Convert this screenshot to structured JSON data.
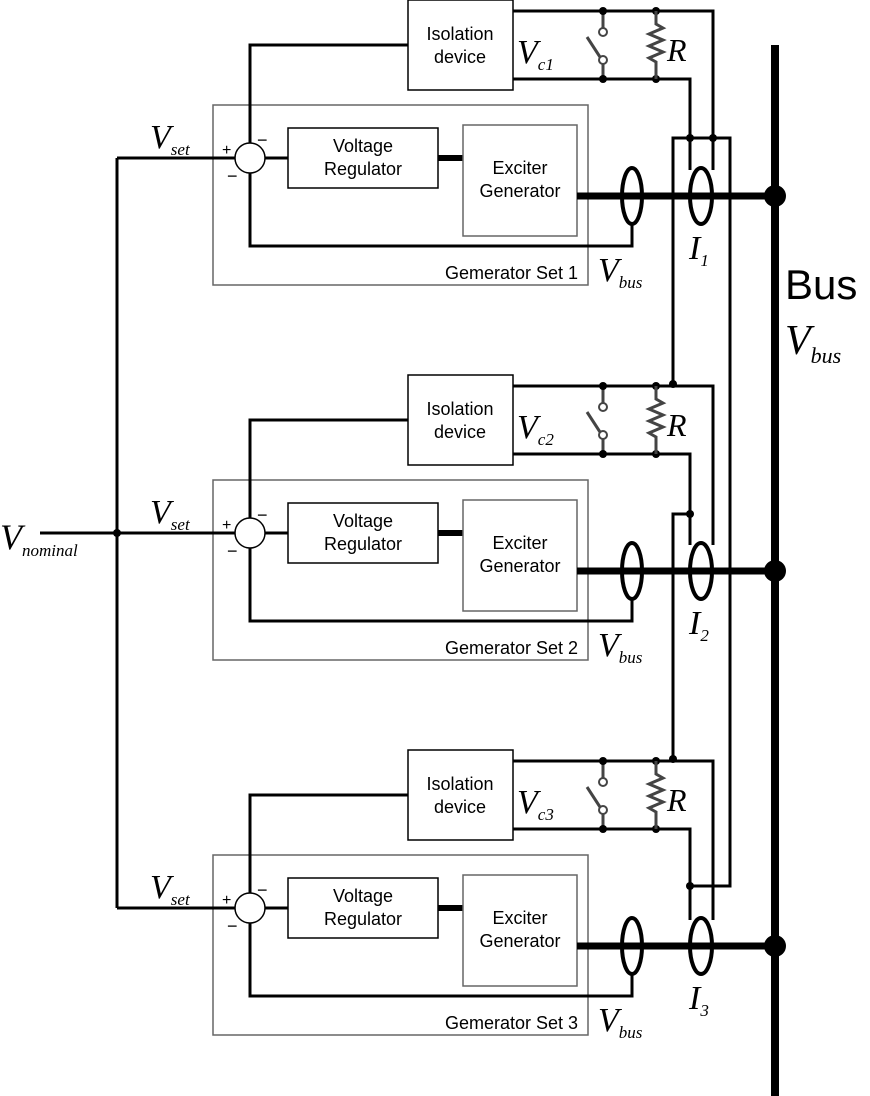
{
  "diagram": {
    "nominal_label": "V",
    "nominal_sub": "nominal",
    "bus_label": "Bus",
    "bus_voltage": "V",
    "bus_voltage_sub": "bus",
    "sets": [
      {
        "name": "Gemerator Set 1",
        "iso": [
          "Isolation",
          "device"
        ],
        "vc": "V",
        "vc_sub": "c1",
        "r": "R",
        "i": "I",
        "i_sub": "1",
        "vset": "V",
        "vset_sub": "set",
        "vbus": "V",
        "vbus_sub": "bus",
        "reg": [
          "Voltage",
          "Regulator"
        ],
        "gen": [
          "Exciter",
          "Generator"
        ],
        "plus": "+",
        "minus": "−"
      },
      {
        "name": "Gemerator Set 2",
        "iso": [
          "Isolation",
          "device"
        ],
        "vc": "V",
        "vc_sub": "c2",
        "r": "R",
        "i": "I",
        "i_sub": "2",
        "vset": "V",
        "vset_sub": "set",
        "vbus": "V",
        "vbus_sub": "bus",
        "reg": [
          "Voltage",
          "Regulator"
        ],
        "gen": [
          "Exciter",
          "Generator"
        ],
        "plus": "+",
        "minus": "−"
      },
      {
        "name": "Gemerator Set 3",
        "iso": [
          "Isolation",
          "device"
        ],
        "vc": "V",
        "vc_sub": "c3",
        "r": "R",
        "i": "I",
        "i_sub": "3",
        "vset": "V",
        "vset_sub": "set",
        "vbus": "V",
        "vbus_sub": "bus",
        "reg": [
          "Voltage",
          "Regulator"
        ],
        "gen": [
          "Exciter",
          "Generator"
        ],
        "plus": "+",
        "minus": "−"
      }
    ]
  }
}
